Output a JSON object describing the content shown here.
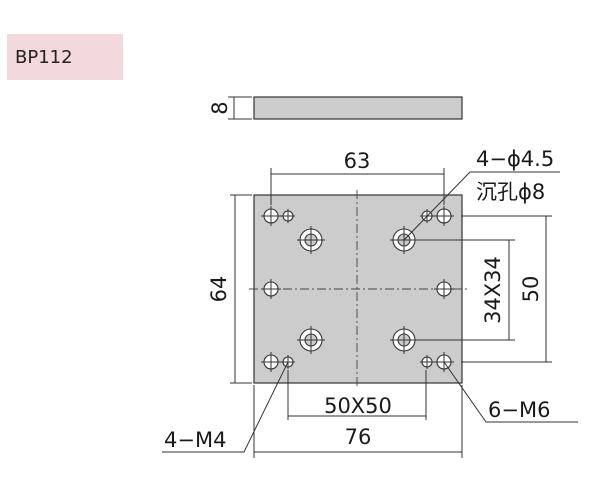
{
  "model": "BP112",
  "dimensions": {
    "thickness": "8",
    "hole_pitch_width": "63",
    "height": "64",
    "width": "76",
    "inner_square": "34X34",
    "bolt_square": "50X50",
    "right_height": "50"
  },
  "callouts": {
    "counterbore_count": "4−ϕ4.5",
    "counterbore_label": "沉孔ϕ8",
    "tapped_small": "4−M4",
    "tapped_large": "6−M6"
  }
}
